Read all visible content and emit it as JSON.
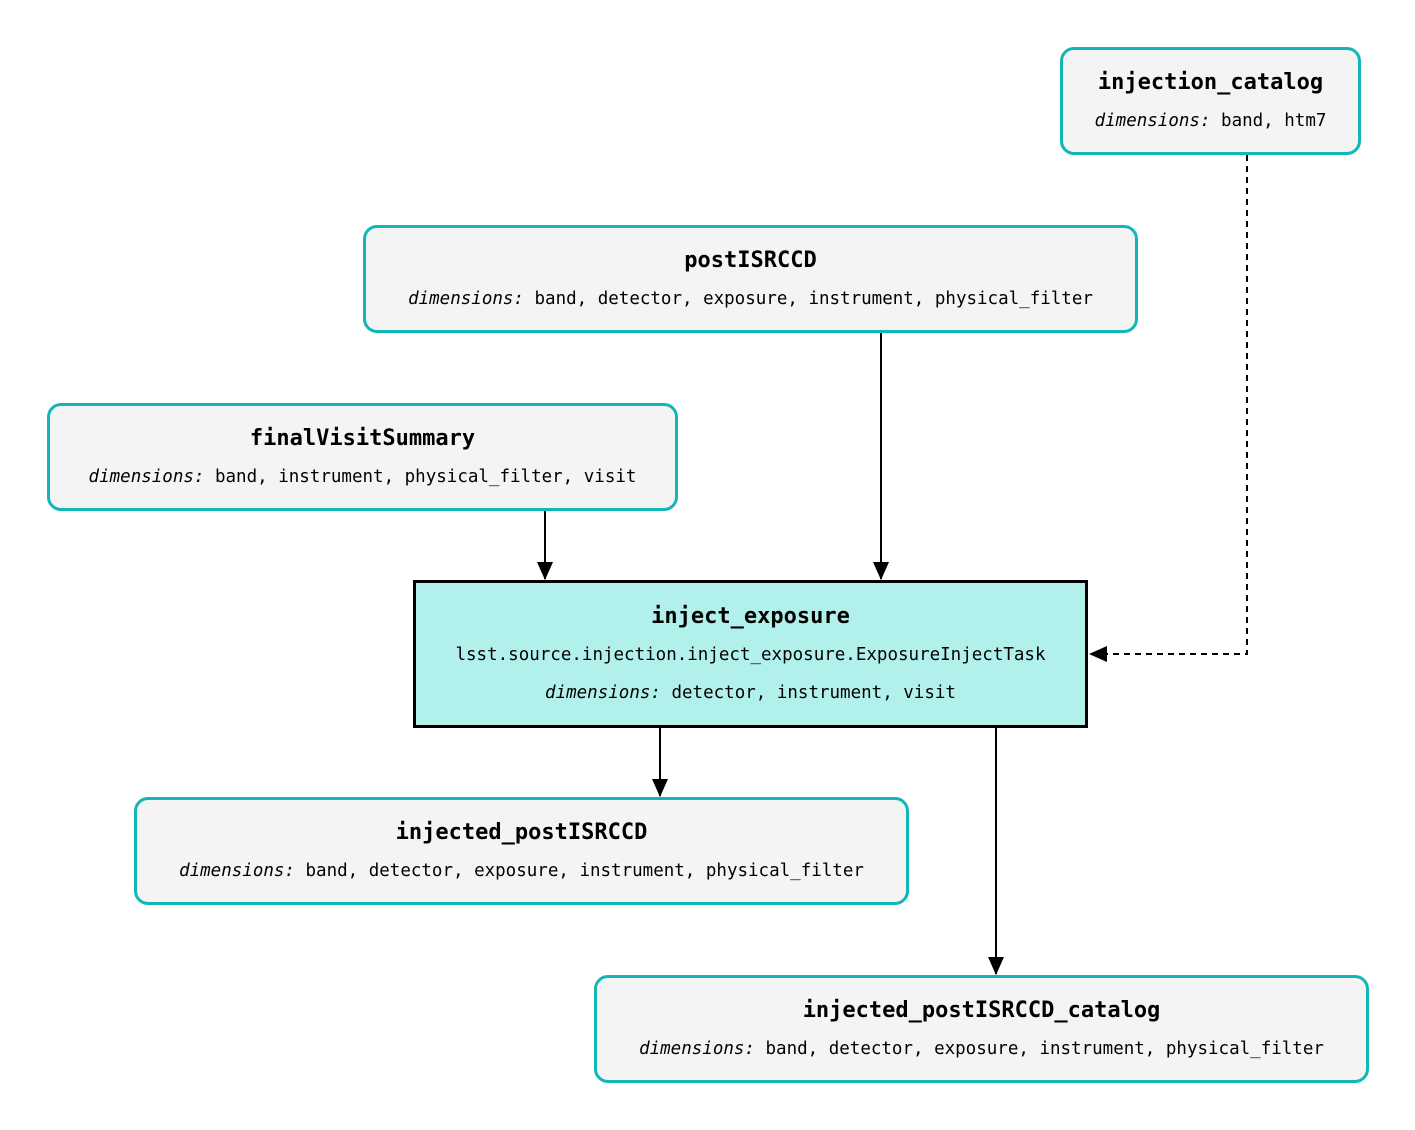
{
  "nodes": {
    "injection_catalog": {
      "title": "injection_catalog",
      "dim_key": "dimensions:",
      "dim_values": " band, htm7"
    },
    "postISRCCD": {
      "title": "postISRCCD",
      "dim_key": "dimensions:",
      "dim_values": " band, detector, exposure, instrument, physical_filter"
    },
    "finalVisitSummary": {
      "title": "finalVisitSummary",
      "dim_key": "dimensions:",
      "dim_values": " band, instrument, physical_filter, visit"
    },
    "inject_exposure": {
      "title": "inject_exposure",
      "task_class": "lsst.source.injection.inject_exposure.ExposureInjectTask",
      "dim_key": "dimensions:",
      "dim_values": " detector, instrument, visit"
    },
    "injected_postISRCCD": {
      "title": "injected_postISRCCD",
      "dim_key": "dimensions:",
      "dim_values": " band, detector, exposure, instrument, physical_filter"
    },
    "injected_postISRCCD_catalog": {
      "title": "injected_postISRCCD_catalog",
      "dim_key": "dimensions:",
      "dim_values": " band, detector, exposure, instrument, physical_filter"
    }
  },
  "edges": [
    {
      "from": "postISRCCD",
      "to": "inject_exposure",
      "style": "solid"
    },
    {
      "from": "finalVisitSummary",
      "to": "inject_exposure",
      "style": "solid"
    },
    {
      "from": "injection_catalog",
      "to": "inject_exposure",
      "style": "dashed"
    },
    {
      "from": "inject_exposure",
      "to": "injected_postISRCCD",
      "style": "solid"
    },
    {
      "from": "inject_exposure",
      "to": "injected_postISRCCD_catalog",
      "style": "solid"
    }
  ],
  "colors": {
    "dataset_border": "#13b6b6",
    "dataset_fill": "#f4f4f4",
    "task_fill": "#b2f0ec",
    "task_border": "#000000",
    "edge": "#000000"
  }
}
